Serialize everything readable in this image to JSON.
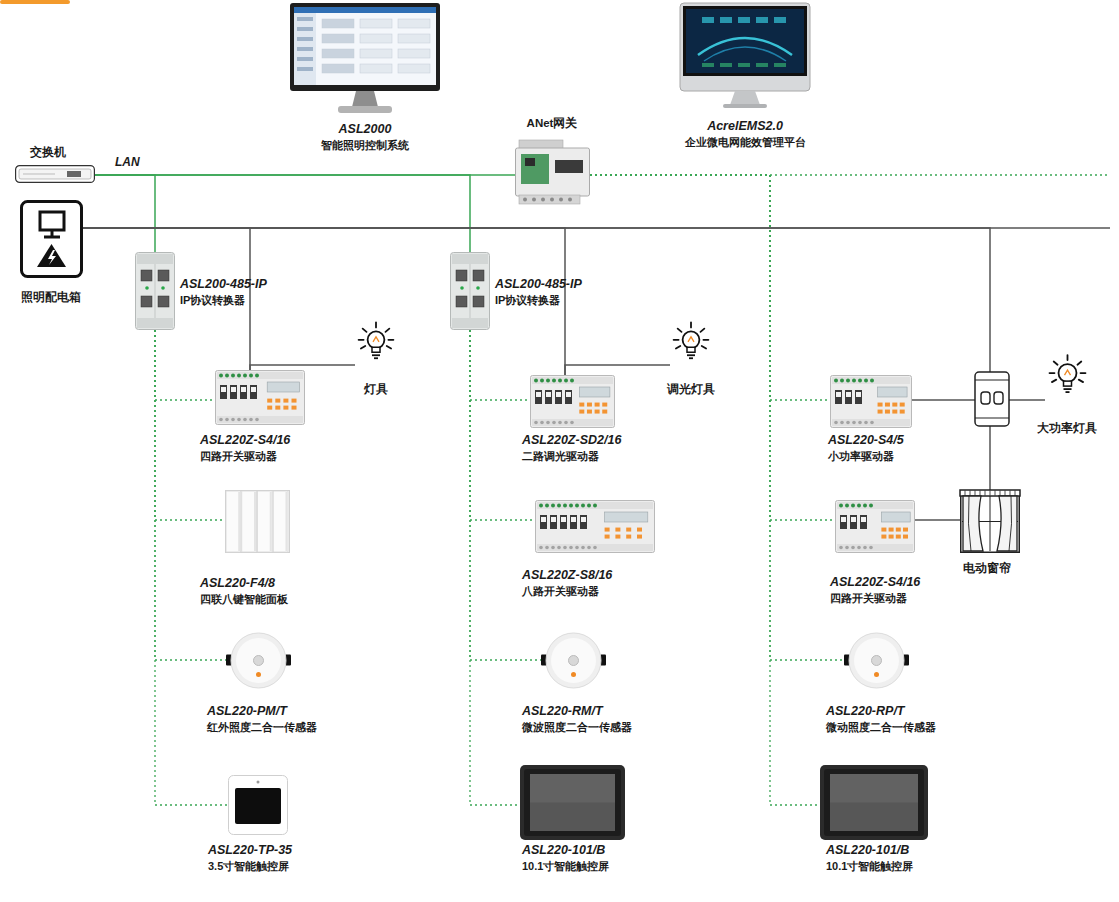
{
  "diagram": {
    "nodes": [
      {
        "text": [
          "ASL2000",
          "智能照明控制系统"
        ]
      },
      {
        "text": [
          "AcrelEMS2.0",
          "企业微电网能效管理平台"
        ]
      },
      {
        "text": [
          "交换机"
        ]
      },
      {
        "text": [
          "ANet网关"
        ]
      },
      {
        "text": [
          "照明配电箱"
        ]
      },
      {
        "text": [
          "ASL200-485-IP",
          "IP协议转换器"
        ]
      },
      {
        "text": [
          "ASL200-485-IP",
          "IP协议转换器"
        ]
      },
      {
        "text": [
          "灯具"
        ]
      },
      {
        "text": [
          "调光灯具"
        ]
      },
      {
        "text": [
          "ASL220Z-S4/16",
          "四路开关驱动器"
        ]
      },
      {
        "text": [
          "ASL220Z-SD2/16",
          "二路调光驱动器"
        ]
      },
      {
        "text": [
          "ASL220-S4/5",
          "小功率驱动器"
        ]
      },
      {
        "text": [
          "大功率灯具"
        ]
      },
      {
        "text": [
          "ASL220-F4/8",
          "四联八键智能面板"
        ]
      },
      {
        "text": [
          "ASL220Z-S8/16",
          "八路开关驱动器"
        ]
      },
      {
        "text": [
          "ASL220Z-S4/16",
          "四路开关驱动器"
        ]
      },
      {
        "text": [
          "电动窗帘"
        ]
      },
      {
        "text": [
          "ASL220-PM/T",
          "红外照度二合一传感器"
        ]
      },
      {
        "text": [
          "ASL220-RM/T",
          "微波照度二合一传感器"
        ]
      },
      {
        "text": [
          "ASL220-RP/T",
          "微动照度二合一传感器"
        ]
      },
      {
        "text": [
          "ASL220-TP-35",
          "3.5寸智能触控屏"
        ]
      },
      {
        "text": [
          "ASL220-101/B",
          "10.1寸智能触控屏"
        ]
      },
      {
        "text": [
          "ASL220-101/B",
          "10.1寸智能触控屏"
        ]
      }
    ],
    "edges": [
      {
        "from": 2,
        "to": 5,
        "arrow": "none"
      },
      {
        "from": 2,
        "to": 6,
        "arrow": "none"
      },
      {
        "from": 2,
        "to": 3,
        "arrow": "none"
      },
      {
        "from": 3,
        "to": 11,
        "arrow": "none"
      },
      {
        "from": 3,
        "to": 15,
        "arrow": "none"
      },
      {
        "from": 3,
        "to": 19,
        "arrow": "none"
      },
      {
        "from": 3,
        "to": 22,
        "arrow": "none"
      },
      {
        "from": 5,
        "to": 9,
        "arrow": "none"
      },
      {
        "from": 5,
        "to": 13,
        "arrow": "none"
      },
      {
        "from": 5,
        "to": 17,
        "arrow": "none"
      },
      {
        "from": 5,
        "to": 20,
        "arrow": "none"
      },
      {
        "from": 6,
        "to": 10,
        "arrow": "none"
      },
      {
        "from": 6,
        "to": 14,
        "arrow": "none"
      },
      {
        "from": 6,
        "to": 18,
        "arrow": "none"
      },
      {
        "from": 6,
        "to": 21,
        "arrow": "none"
      },
      {
        "from": 4,
        "to": 9,
        "arrow": "none"
      },
      {
        "from": 4,
        "to": 10,
        "arrow": "none"
      },
      {
        "from": 4,
        "to": 16,
        "arrow": "none"
      },
      {
        "from": 9,
        "to": 7,
        "arrow": "none"
      },
      {
        "from": 10,
        "to": 8,
        "arrow": "none"
      },
      {
        "from": 11,
        "to": 12,
        "arrow": "none"
      },
      {
        "from": 15,
        "to": 16,
        "arrow": "none"
      }
    ],
    "labels": [
      "LAN"
    ]
  }
}
